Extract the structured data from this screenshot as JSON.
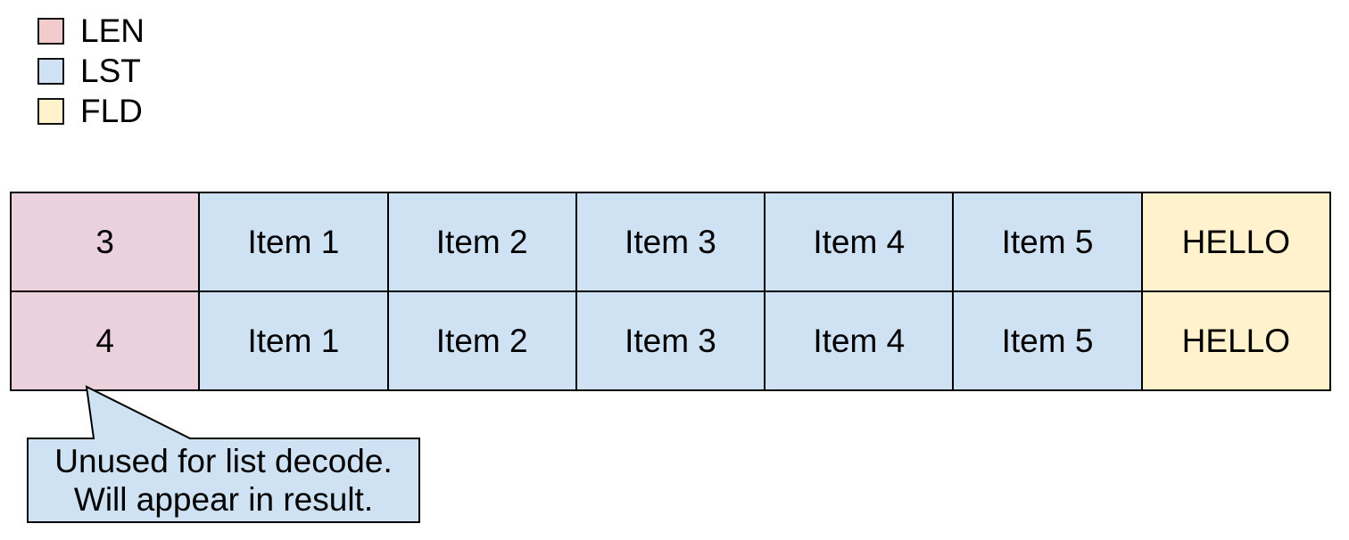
{
  "colors": {
    "legend_len": "#f2cccc",
    "legend_lst": "#cfe2f3",
    "legend_fld": "#fff2cc",
    "cell_len": "#ead1dc",
    "cell_lst": "#cfe2f3",
    "cell_fld": "#fff2cc",
    "callout_fill": "#cfe2f3",
    "border": "#000000"
  },
  "legend": {
    "items": [
      {
        "label": "LEN"
      },
      {
        "label": "LST"
      },
      {
        "label": "FLD"
      }
    ]
  },
  "table": {
    "rows": [
      {
        "cells": [
          {
            "text": "3",
            "type": "LEN"
          },
          {
            "text": "Item 1",
            "type": "LST"
          },
          {
            "text": "Item 2",
            "type": "LST"
          },
          {
            "text": "Item 3",
            "type": "LST"
          },
          {
            "text": "Item 4",
            "type": "LST"
          },
          {
            "text": "Item 5",
            "type": "LST"
          },
          {
            "text": "HELLO",
            "type": "FLD"
          }
        ]
      },
      {
        "cells": [
          {
            "text": "4",
            "type": "LEN"
          },
          {
            "text": "Item 1",
            "type": "LST"
          },
          {
            "text": "Item 2",
            "type": "LST"
          },
          {
            "text": "Item 3",
            "type": "LST"
          },
          {
            "text": "Item 4",
            "type": "LST"
          },
          {
            "text": "Item 5",
            "type": "LST"
          },
          {
            "text": "HELLO",
            "type": "FLD"
          }
        ]
      }
    ]
  },
  "callout": {
    "line1": "Unused for list decode.",
    "line2": "Will appear in result."
  }
}
